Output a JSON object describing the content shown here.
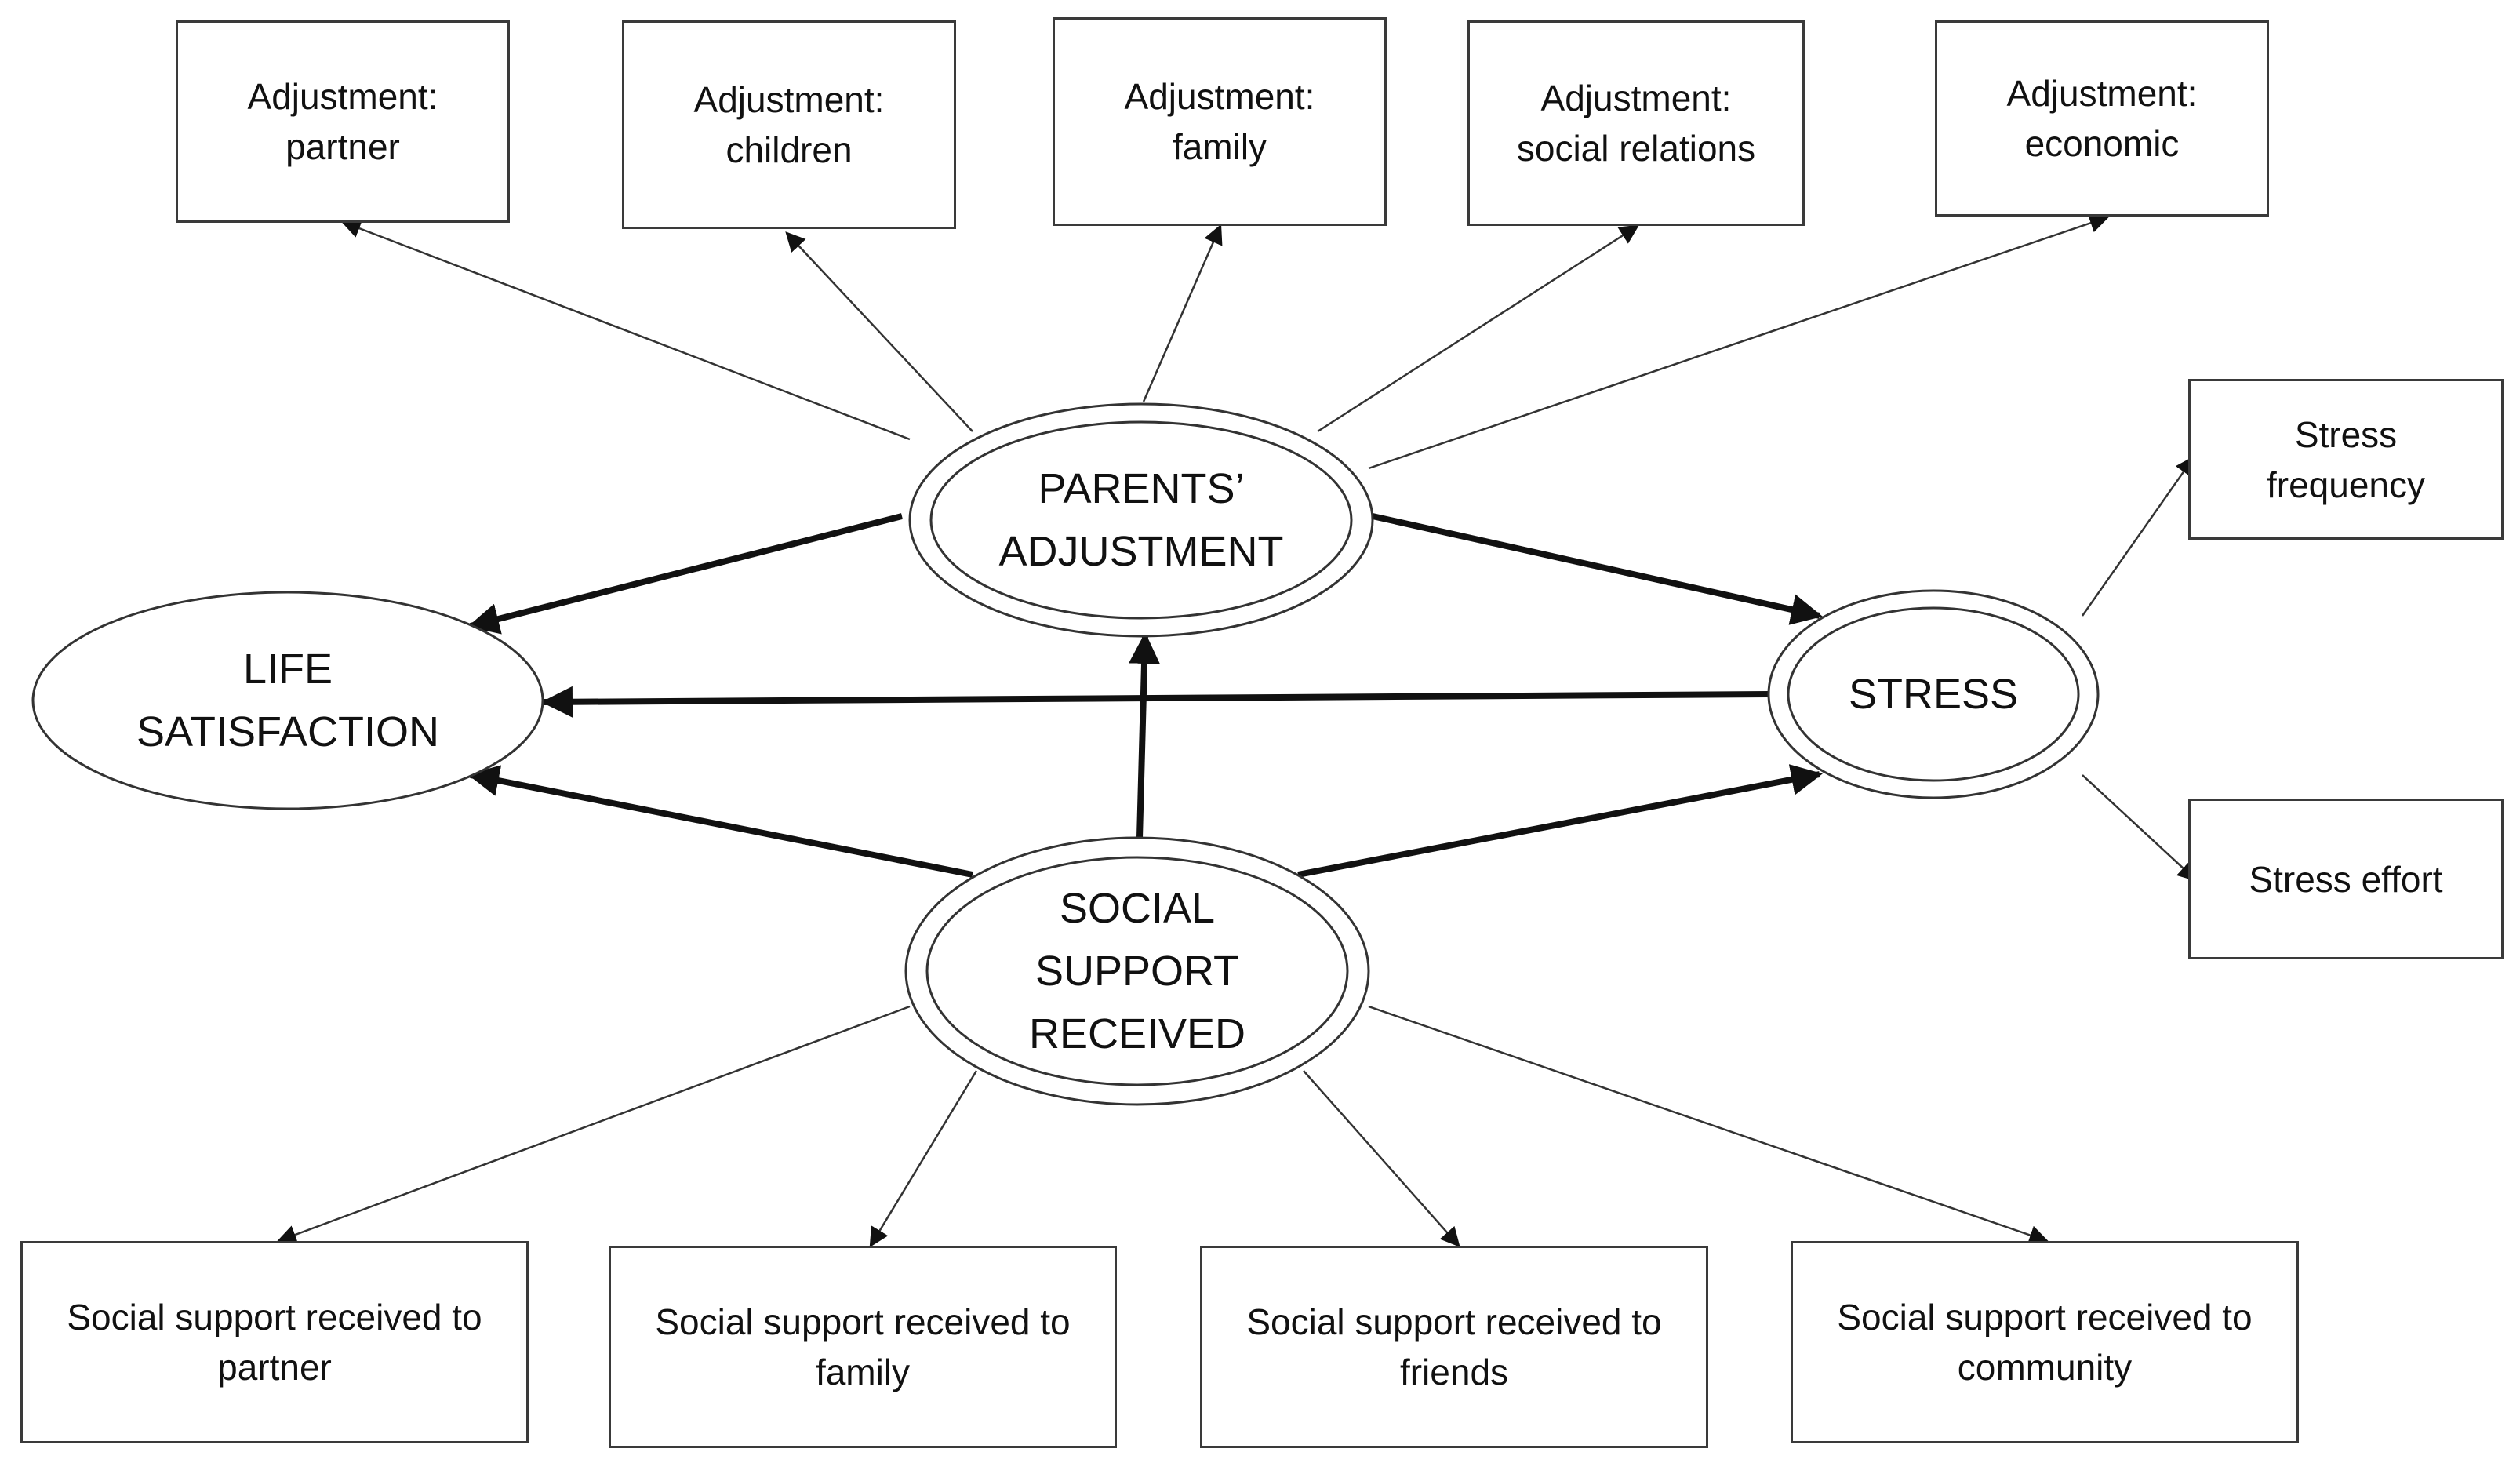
{
  "latent": {
    "parents_adjustment": [
      "PARENTS’",
      "ADJUSTMENT"
    ],
    "life_satisfaction": [
      "LIFE",
      "SATISFACTION"
    ],
    "stress": [
      "STRESS"
    ],
    "social_support": [
      "SOCIAL",
      "SUPPORT",
      "RECEIVED"
    ]
  },
  "indicators": {
    "adj_partner": [
      "Adjustment:",
      "partner"
    ],
    "adj_children": [
      "Adjustment:",
      "children"
    ],
    "adj_family": [
      "Adjustment:",
      "family"
    ],
    "adj_social": [
      "Adjustment:",
      "social relations"
    ],
    "adj_economic": [
      "Adjustment:",
      "economic"
    ],
    "stress_frequency": [
      "Stress",
      "frequency"
    ],
    "stress_effort": [
      "Stress effort"
    ],
    "ss_partner": [
      "Social support received to",
      "partner"
    ],
    "ss_family": [
      "Social support received to",
      "family"
    ],
    "ss_friends": [
      "Social support received to",
      "friends"
    ],
    "ss_community": [
      "Social support received to",
      "community"
    ]
  }
}
